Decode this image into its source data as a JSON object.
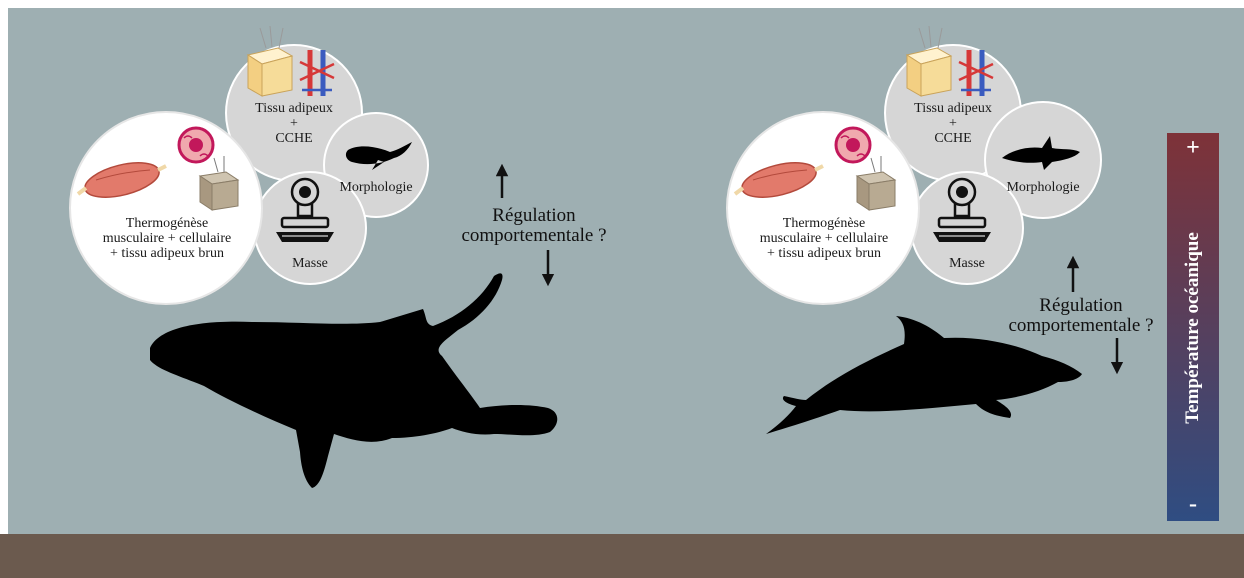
{
  "colors": {
    "water": "#9eafb2",
    "seafloor": "#6b5a4e",
    "circle_large": "#ffffff",
    "circle_small": "#d6d6d6",
    "silhouette": "#000000",
    "scale_warm": "#7e3238",
    "scale_cold": "#2f4d82"
  },
  "panels": [
    {
      "animal": "whale-silhouette",
      "labels": {
        "thermogenesis": [
          "Thermogénèse",
          "musculaire + cellulaire",
          "+ tissu adipeux brun"
        ],
        "adipose": [
          "Tissu adipeux",
          "+",
          "CCHE"
        ],
        "morphology": "Morphologie",
        "mass": "Masse"
      },
      "regulation": [
        "Régulation",
        "comportementale ?"
      ]
    },
    {
      "animal": "dolphin-silhouette",
      "labels": {
        "thermogenesis": [
          "Thermogénèse",
          "musculaire + cellulaire",
          "+ tissu adipeux brun"
        ],
        "adipose": [
          "Tissu adipeux",
          "+",
          "CCHE"
        ],
        "morphology": "Morphologie",
        "mass": "Masse"
      },
      "regulation": [
        "Régulation",
        "comportementale ?"
      ]
    }
  ],
  "temperature_scale": {
    "title": "Température océanique",
    "top_symbol": "+",
    "bottom_symbol": "-"
  }
}
